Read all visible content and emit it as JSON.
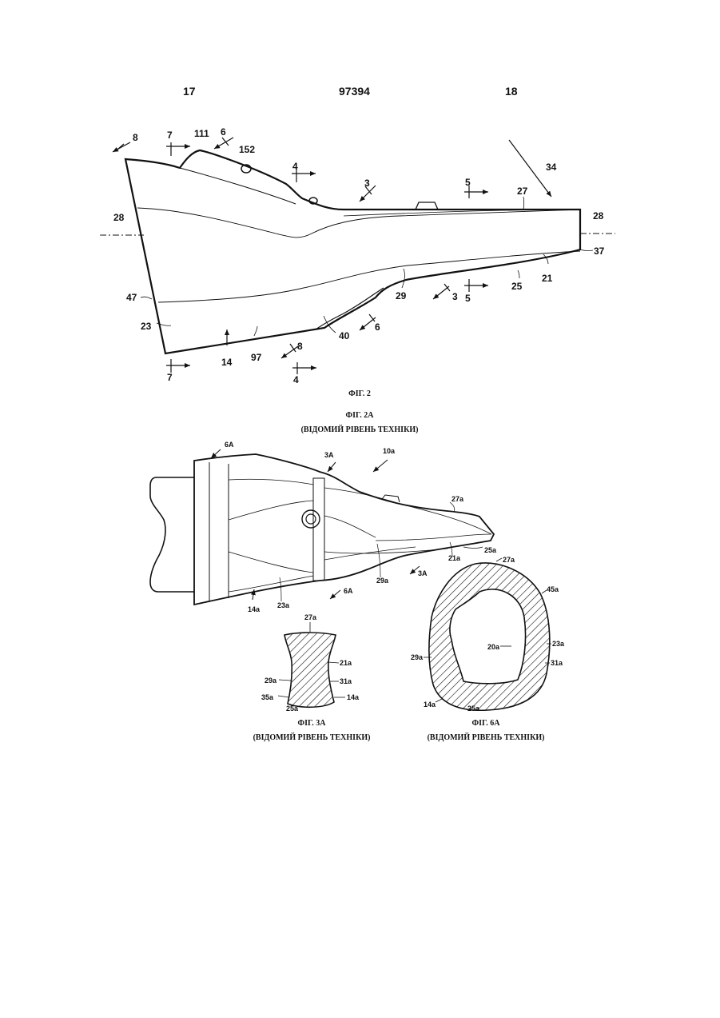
{
  "header": {
    "left_page": "17",
    "patent_number": "97394",
    "right_page": "18"
  },
  "figures": {
    "fig2": {
      "caption": "ФІГ. 2",
      "labels": {
        "l8a": "8",
        "l7a": "7",
        "l111": "111",
        "l6a": "6",
        "l152": "152",
        "l4a": "4",
        "l3a": "3",
        "l5a": "5",
        "l27": "27",
        "l34": "34",
        "l28a": "28",
        "l28b": "28",
        "l37": "37",
        "l21": "21",
        "l25": "25",
        "l5b": "5",
        "l3b": "3",
        "l29": "29",
        "l6b": "6",
        "l40": "40",
        "l47": "47",
        "l23": "23",
        "l97": "97",
        "l14": "14",
        "l8b": "8",
        "l7b": "7",
        "l4b": "4"
      }
    },
    "fig2a": {
      "caption": "ФІГ. 2А",
      "subcaption": "(ВІДОМИЙ РІВЕНЬ ТЕХНІКИ)",
      "labels": {
        "l6a": "6A",
        "l3a": "3A",
        "l10a": "10a",
        "l27a": "27a",
        "l25a": "25a",
        "l21a": "21a",
        "l29a": "29a",
        "l3a2": "3A",
        "l6a2": "6A",
        "l23a": "23a",
        "l14a": "14a"
      }
    },
    "fig3a": {
      "caption": "ФІГ. 3А",
      "subcaption": "(ВІДОМИЙ РІВЕНЬ ТЕХНІКИ)",
      "labels": {
        "l27a": "27a",
        "l21a": "21a",
        "l29a": "29a",
        "l31a": "31a",
        "l35a": "35a",
        "l14a": "14a",
        "l25a": "25a"
      }
    },
    "fig6a": {
      "caption": "ФІГ. 6А",
      "subcaption": "(ВІДОМИЙ РІВЕНЬ ТЕХНІКИ)",
      "labels": {
        "l27a": "27a",
        "l45a": "45a",
        "l20a": "20a",
        "l23a": "23a",
        "l29a": "29a",
        "l31a": "31a",
        "l14a": "14a",
        "l25a": "25a"
      }
    }
  }
}
